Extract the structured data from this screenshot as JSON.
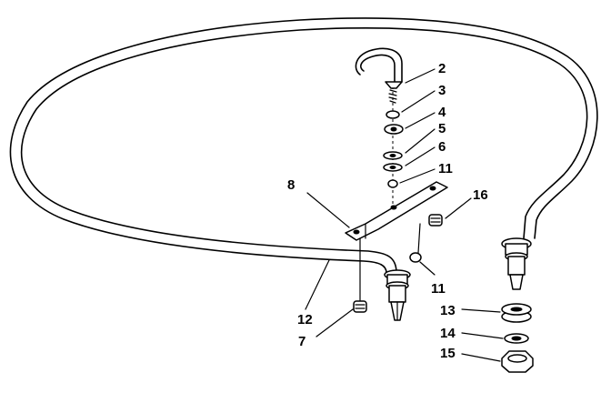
{
  "callouts": [
    {
      "id": "2",
      "text": "2"
    },
    {
      "id": "3",
      "text": "3"
    },
    {
      "id": "4",
      "text": "4"
    },
    {
      "id": "5",
      "text": "5"
    },
    {
      "id": "6",
      "text": "6"
    },
    {
      "id": "11a",
      "text": "11"
    },
    {
      "id": "8",
      "text": "8"
    },
    {
      "id": "16",
      "text": "16"
    },
    {
      "id": "11b",
      "text": "11"
    },
    {
      "id": "12",
      "text": "12"
    },
    {
      "id": "7",
      "text": "7"
    },
    {
      "id": "13",
      "text": "13"
    },
    {
      "id": "14",
      "text": "14"
    },
    {
      "id": "15",
      "text": "15"
    }
  ]
}
